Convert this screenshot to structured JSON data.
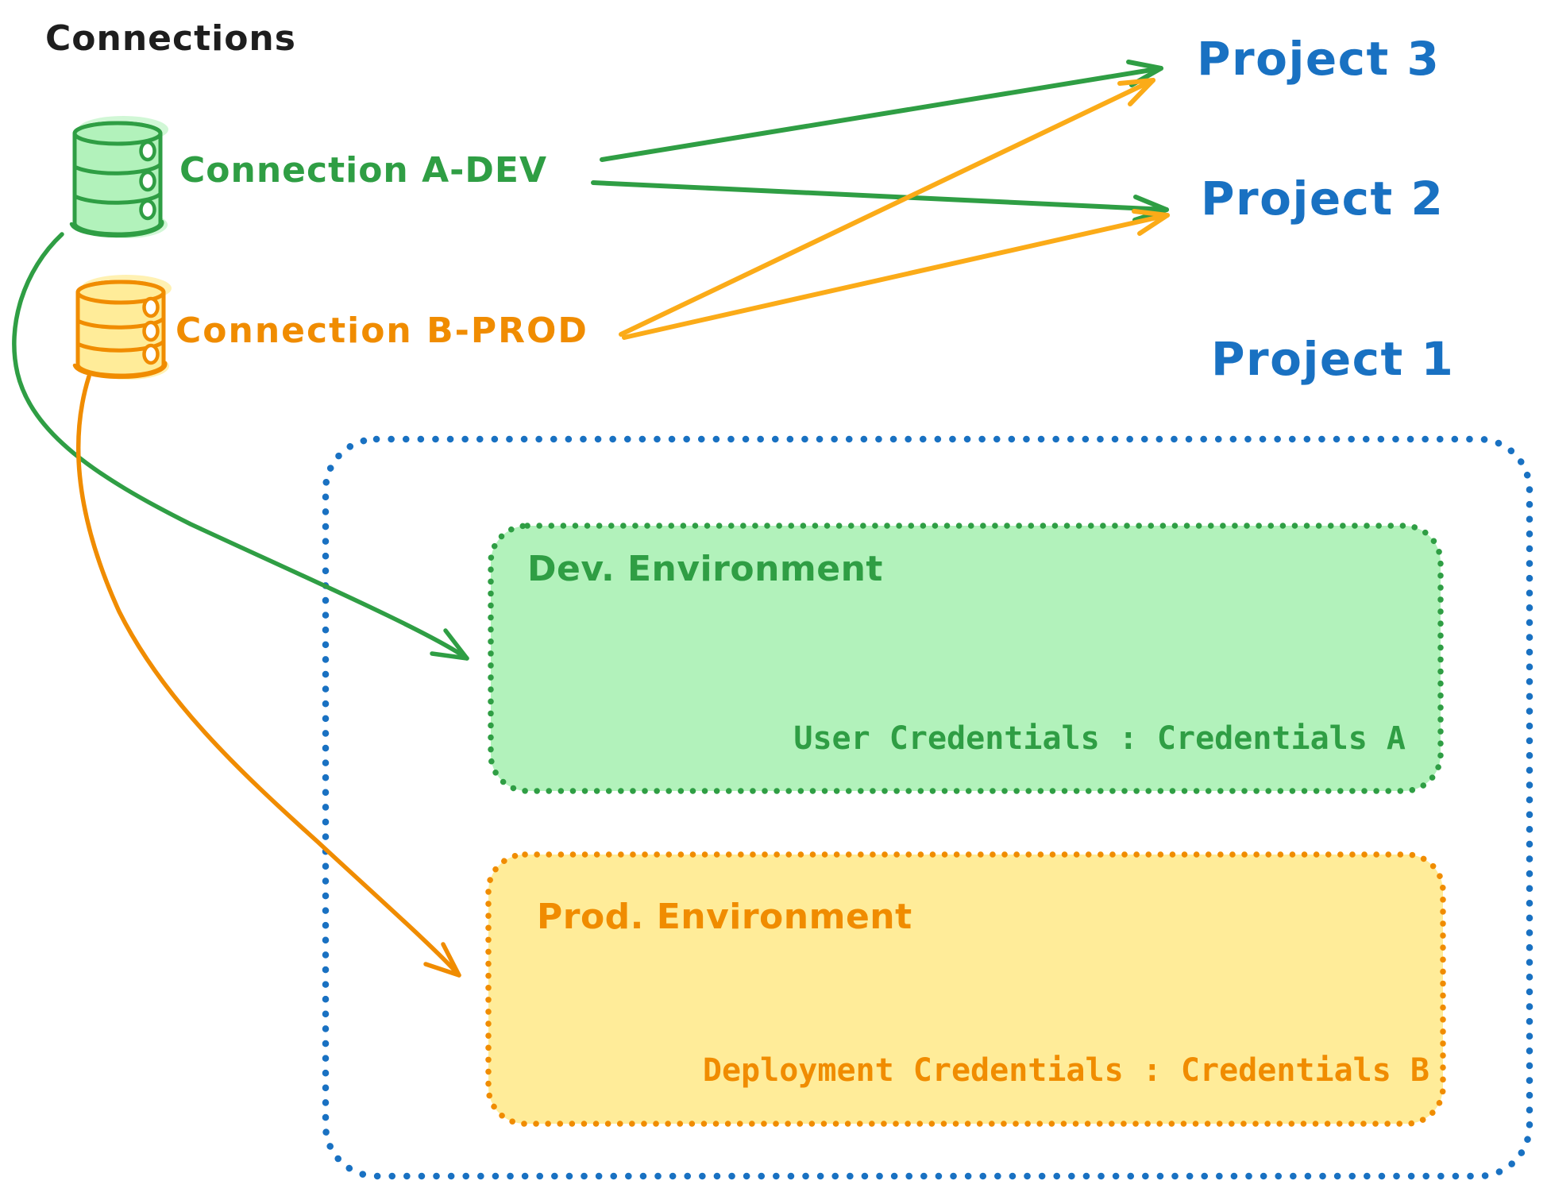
{
  "colors": {
    "black": "#1e1e1e",
    "blue": "#1971c2",
    "green": "#2f9e44",
    "green_fill": "#b2f2bb",
    "orange": "#f08c00",
    "orange_arrow": "#fbab18",
    "yellow_fill": "#ffec99",
    "background": "#ffffff"
  },
  "header": {
    "title": "Connections"
  },
  "connections": [
    {
      "label": "Connection A-DEV",
      "icon": "database-cylinder-icon",
      "color": "#2f9e44"
    },
    {
      "label": "Connection B-PROD",
      "icon": "database-cylinder-icon",
      "color": "#f08c00"
    }
  ],
  "projects": [
    {
      "label": "Project 3"
    },
    {
      "label": "Project 2"
    },
    {
      "label": "Project 1"
    }
  ],
  "project1_detail": {
    "environments": [
      {
        "title": "Dev. Environment",
        "credentials_text": "User Credentials : Credentials A"
      },
      {
        "title": "Prod. Environment",
        "credentials_text": "Deployment Credentials : Credentials B"
      }
    ]
  },
  "edges": [
    {
      "from": "Connection A-DEV",
      "to": "Project 3",
      "style": "straight-arrow",
      "color": "#2f9e44"
    },
    {
      "from": "Connection A-DEV",
      "to": "Project 2",
      "style": "straight-arrow",
      "color": "#2f9e44"
    },
    {
      "from": "Connection B-PROD",
      "to": "Project 3",
      "style": "straight-arrow",
      "color": "#fbab18"
    },
    {
      "from": "Connection B-PROD",
      "to": "Project 2",
      "style": "straight-arrow",
      "color": "#fbab18"
    },
    {
      "from": "Connection A-DEV",
      "to": "Dev. Environment",
      "style": "curved-arrow",
      "color": "#2f9e44"
    },
    {
      "from": "Connection B-PROD",
      "to": "Prod. Environment",
      "style": "curved-arrow",
      "color": "#f08c00"
    }
  ]
}
